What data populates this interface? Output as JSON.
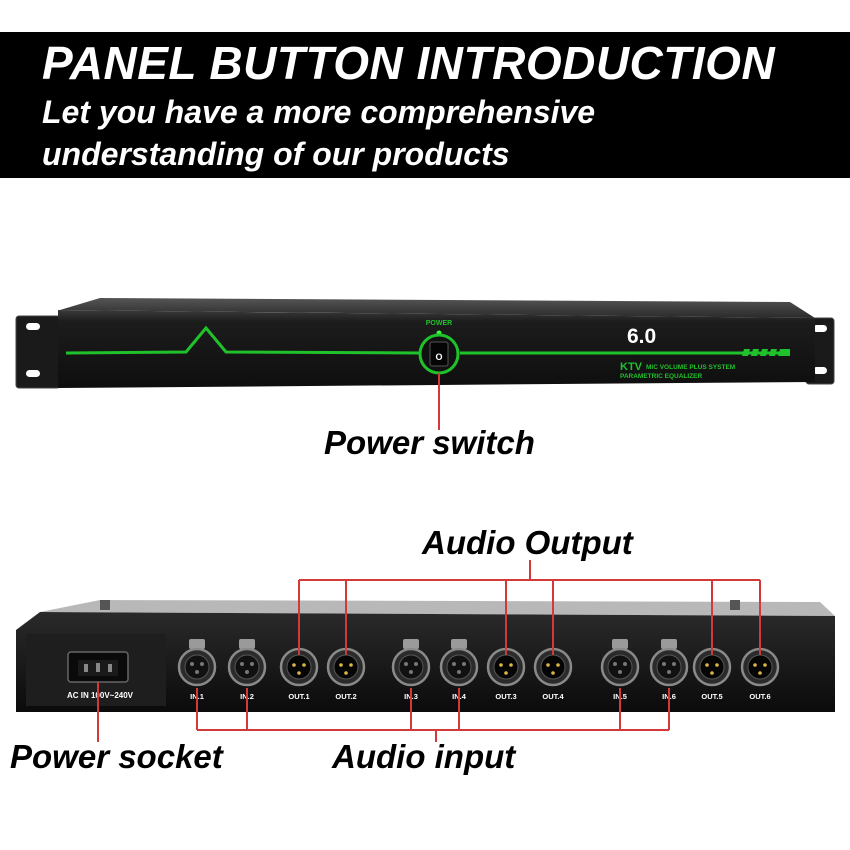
{
  "header": {
    "title": "PANEL BUTTON INTRODUCTION",
    "subtitle_line1": "Let you have a more comprehensive",
    "subtitle_line2": "understanding of our products"
  },
  "front_panel": {
    "power_label": "POWER",
    "model": "6.0",
    "brand": "KTV",
    "product_line": "MIC VOLUME PLUS SYSTEM",
    "product_sub": "PARAMETRIC EQUALIZER",
    "switch_symbol": "O",
    "accent_color": "#1fc22a"
  },
  "callouts": {
    "power_switch": "Power switch",
    "audio_output": "Audio Output",
    "power_socket": "Power socket",
    "audio_input": "Audio input",
    "line_color": "#d23a3a"
  },
  "rear_panel": {
    "ac_label": "AC IN 100V~240V",
    "connectors": [
      {
        "label": "IN.1",
        "type": "female"
      },
      {
        "label": "IN.2",
        "type": "female"
      },
      {
        "label": "OUT.1",
        "type": "male"
      },
      {
        "label": "OUT.2",
        "type": "male"
      },
      {
        "label": "IN.3",
        "type": "female"
      },
      {
        "label": "IN.4",
        "type": "female"
      },
      {
        "label": "OUT.3",
        "type": "male"
      },
      {
        "label": "OUT.4",
        "type": "male"
      },
      {
        "label": "IN.5",
        "type": "female"
      },
      {
        "label": "IN.6",
        "type": "female"
      },
      {
        "label": "OUT.5",
        "type": "male"
      },
      {
        "label": "OUT.6",
        "type": "male"
      }
    ]
  }
}
